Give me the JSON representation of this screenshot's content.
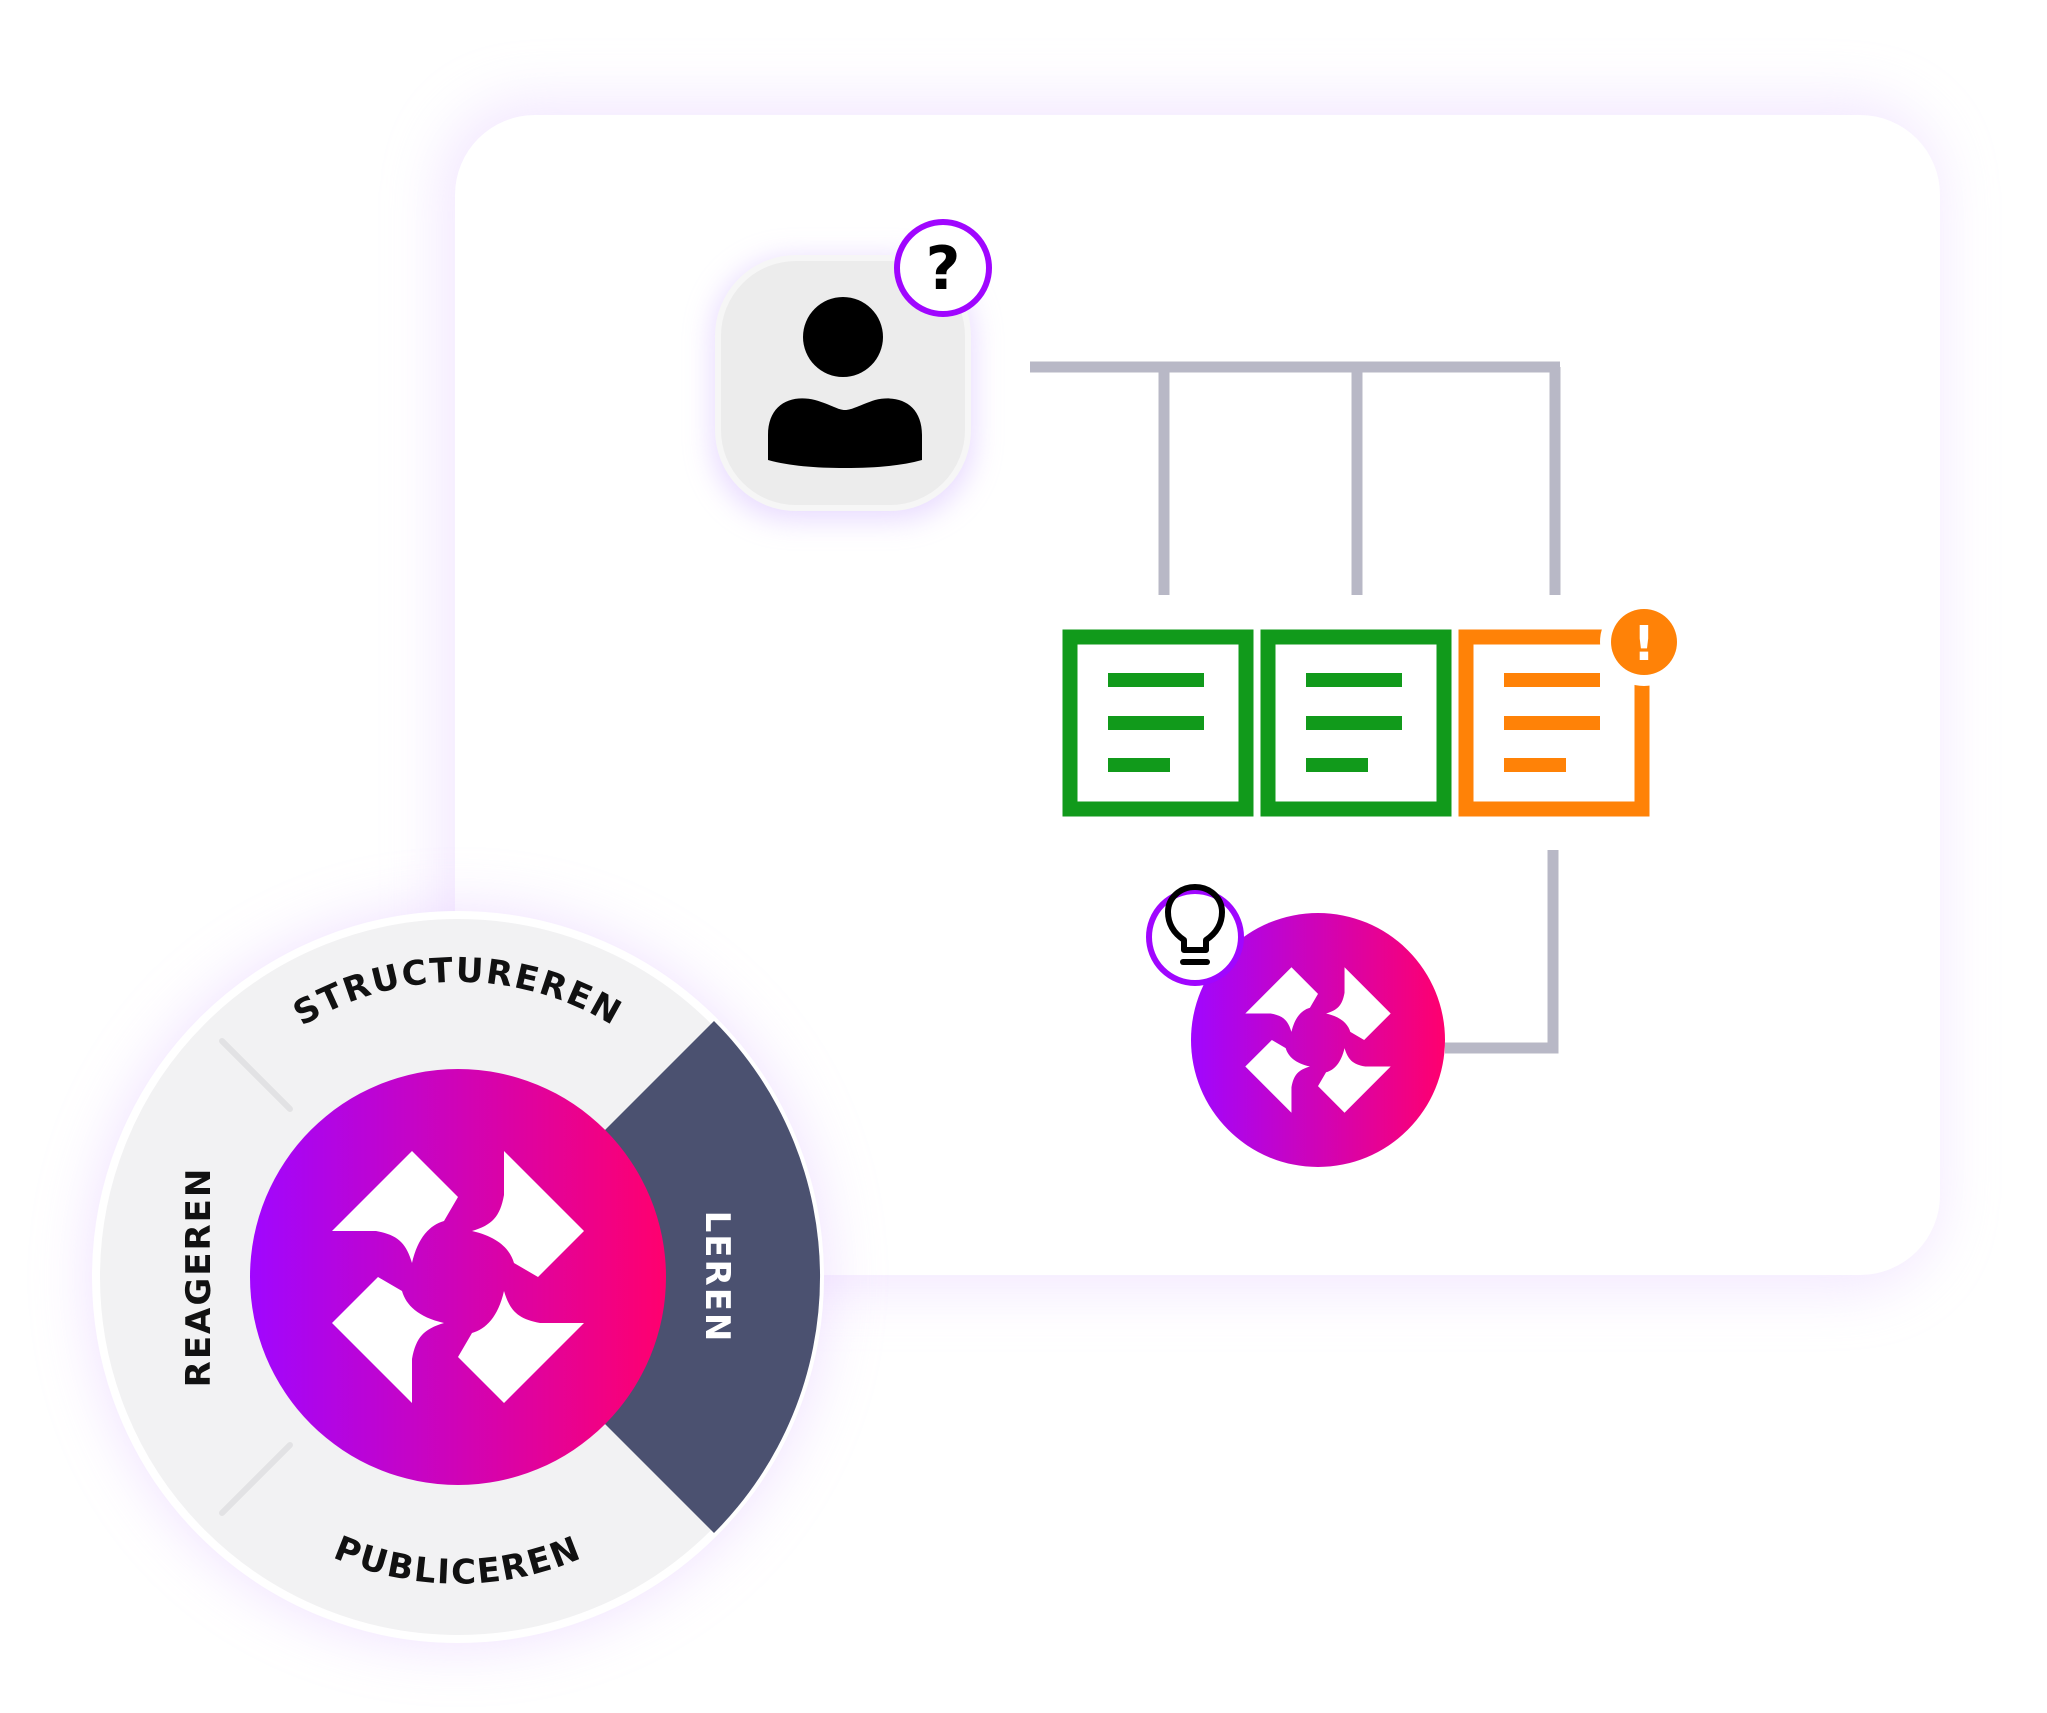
{
  "cycle": {
    "segments": [
      {
        "key": "structureren",
        "label": "STRUCTUREREN",
        "active": false
      },
      {
        "key": "leren",
        "label": "LEREN",
        "active": true
      },
      {
        "key": "publiceren",
        "label": "PUBLICEREN",
        "active": false
      },
      {
        "key": "reageren",
        "label": "REAGEREN",
        "active": false
      }
    ]
  },
  "badges": {
    "question": "?",
    "warning": "!"
  },
  "documents": [
    {
      "status": "ok",
      "color": "#119a1b"
    },
    {
      "status": "ok",
      "color": "#119a1b"
    },
    {
      "status": "warning",
      "color": "#ff8207"
    }
  ],
  "icons": {
    "user": "user-icon",
    "logo": "brand-logo-icon",
    "lightbulb": "lightbulb-icon"
  },
  "colors": {
    "gradient_start": "#a006ff",
    "gradient_end": "#ff006e",
    "active_segment": "#4b5170",
    "ring": "#f2f2f3",
    "connector": "#b8b8c6",
    "badge_outline": "#a006ff",
    "ok": "#119a1b",
    "warning": "#ff8207"
  }
}
